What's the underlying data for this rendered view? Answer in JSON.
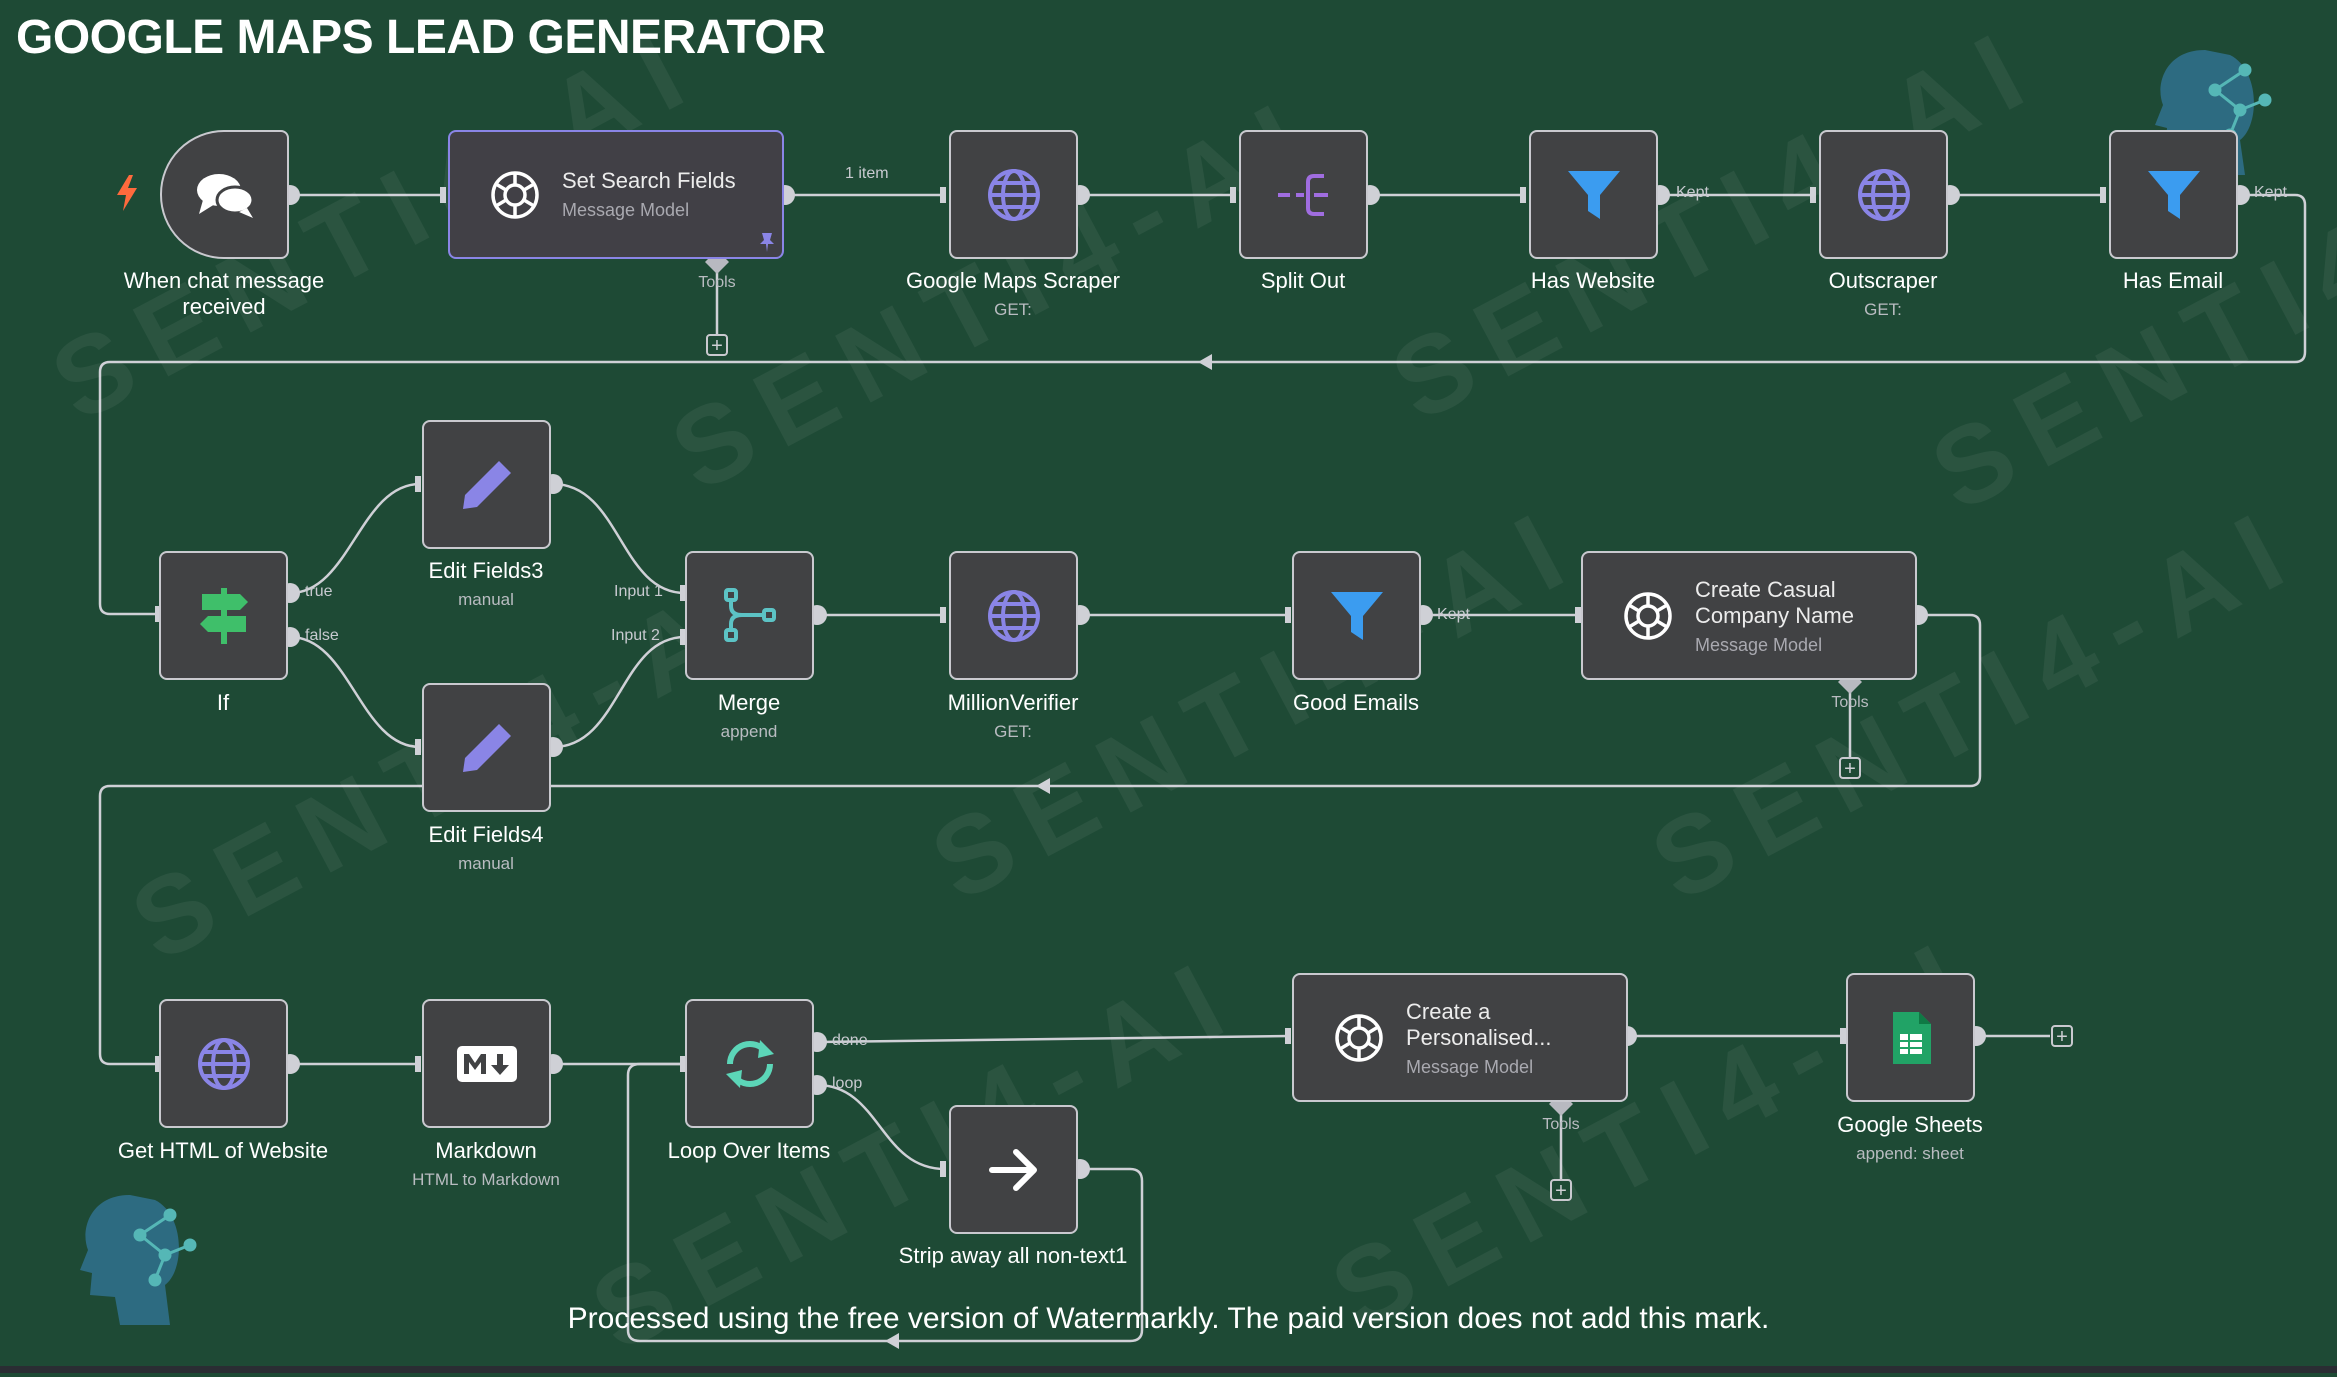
{
  "title": "GOOGLE MAPS LEAD GENERATOR",
  "watermark_notice": "Processed using the free version of Watermarkly. The paid version does not add this mark.",
  "background_watermark": "SENTI4-AI",
  "nodes": {
    "chat_trigger": {
      "label_line1": "When chat message",
      "label_line2": "received",
      "icon": "chat-icon"
    },
    "set_search": {
      "title": "Set Search Fields",
      "subtitle": "Message Model",
      "tools": "Tools",
      "icon": "openai-icon"
    },
    "maps_scraper": {
      "label": "Google Maps Scraper",
      "sub": "GET:",
      "icon": "globe-icon"
    },
    "split_out": {
      "label": "Split Out",
      "icon": "split-icon"
    },
    "has_website": {
      "label": "Has Website",
      "icon": "filter-icon"
    },
    "outscraper": {
      "label": "Outscraper",
      "sub": "GET:",
      "icon": "globe-icon"
    },
    "has_email": {
      "label": "Has Email",
      "icon": "filter-icon"
    },
    "if_node": {
      "label": "If",
      "icon": "signpost-icon"
    },
    "edit_fields3": {
      "label": "Edit Fields3",
      "sub": "manual",
      "icon": "pencil-icon"
    },
    "edit_fields4": {
      "label": "Edit Fields4",
      "sub": "manual",
      "icon": "pencil-icon"
    },
    "merge": {
      "label": "Merge",
      "sub": "append",
      "icon": "merge-icon"
    },
    "million_verifier": {
      "label": "MillionVerifier",
      "sub": "GET:",
      "icon": "globe-icon"
    },
    "good_emails": {
      "label": "Good Emails",
      "icon": "filter-icon"
    },
    "casual_name": {
      "title_line1": "Create Casual",
      "title_line2": "Company Name",
      "subtitle": "Message Model",
      "tools": "Tools",
      "icon": "openai-icon"
    },
    "get_html": {
      "label": "Get HTML of Website",
      "icon": "globe-icon"
    },
    "markdown": {
      "label": "Markdown",
      "sub": "HTML to Markdown",
      "icon": "markdown-icon"
    },
    "loop": {
      "label": "Loop Over Items",
      "icon": "loop-icon"
    },
    "strip": {
      "label": "Strip away all non-text1",
      "icon": "arrow-right-icon"
    },
    "personalised": {
      "title_line1": "Create a",
      "title_line2": "Personalised...",
      "subtitle": "Message Model",
      "tools": "Tools",
      "icon": "openai-icon"
    },
    "google_sheets": {
      "label": "Google Sheets",
      "sub": "append: sheet",
      "icon": "sheets-icon"
    }
  },
  "edge_labels": {
    "one_item": "1 item",
    "kept1": "Kept",
    "kept2": "Kept",
    "kept3": "Kept",
    "true": "true",
    "false": "false",
    "input1": "Input 1",
    "input2": "Input 2",
    "done": "done",
    "loop": "loop"
  },
  "colors": {
    "background": "#1e4a35",
    "node": "#414244",
    "accent_purple": "#8a85e6",
    "filter_blue": "#3b9cf0",
    "if_green": "#3fbf6a",
    "merge_teal": "#5cc3c5",
    "trigger_orange": "#ff6a3d",
    "sheets_green": "#21a366"
  }
}
